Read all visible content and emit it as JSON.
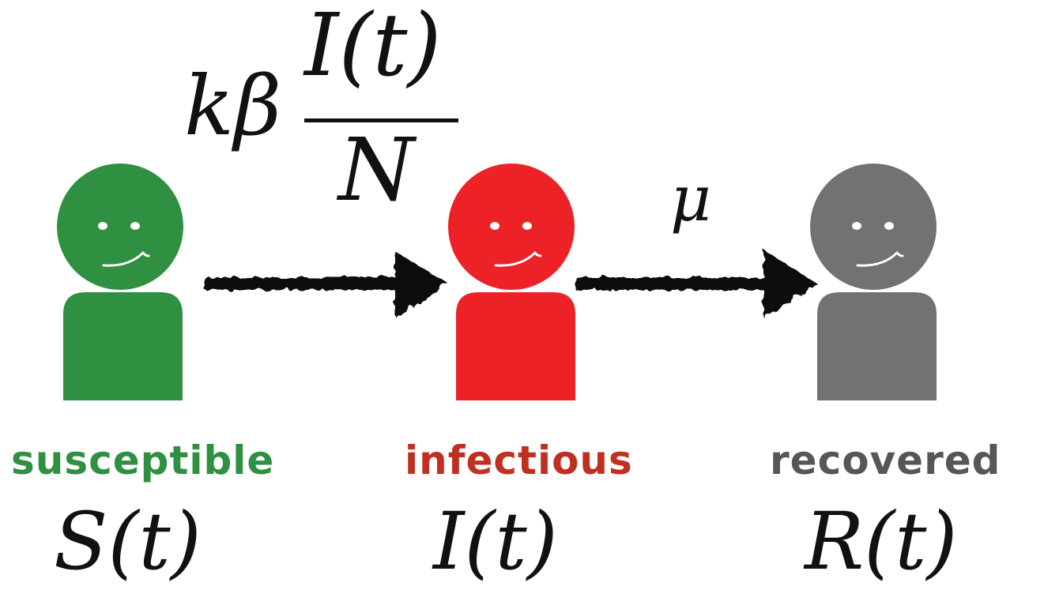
{
  "rates": {
    "infection": {
      "prefix": "kβ",
      "numerator": "I(t)",
      "denominator": "N"
    },
    "recovery": "μ"
  },
  "compartments": [
    {
      "label": "susceptible",
      "variable": "S(t)",
      "color": "#2e9040"
    },
    {
      "label": "infectious",
      "variable": "I(t)",
      "color": "#ec2226"
    },
    {
      "label": "recovered",
      "variable": "R(t)",
      "color": "#727272"
    }
  ],
  "arrow_color": "#111111"
}
